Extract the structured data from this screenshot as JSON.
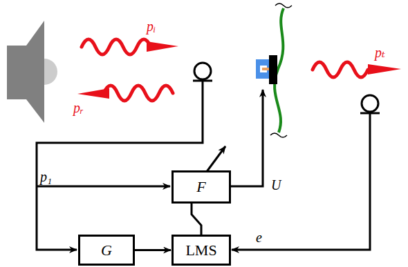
{
  "diagram": {
    "nodes": [
      {
        "text": [
          "F"
        ]
      },
      {
        "text": [
          "G"
        ]
      },
      {
        "text": [
          "LMS"
        ]
      }
    ],
    "edges": [
      {
        "from": 1,
        "to": 2,
        "arrow": "to"
      },
      {
        "from": 2,
        "to": 0,
        "arrow": "none"
      }
    ],
    "labels": [
      "pᵢ",
      "pᵣ",
      "p₁",
      "U",
      "pₜ",
      "e"
    ]
  }
}
